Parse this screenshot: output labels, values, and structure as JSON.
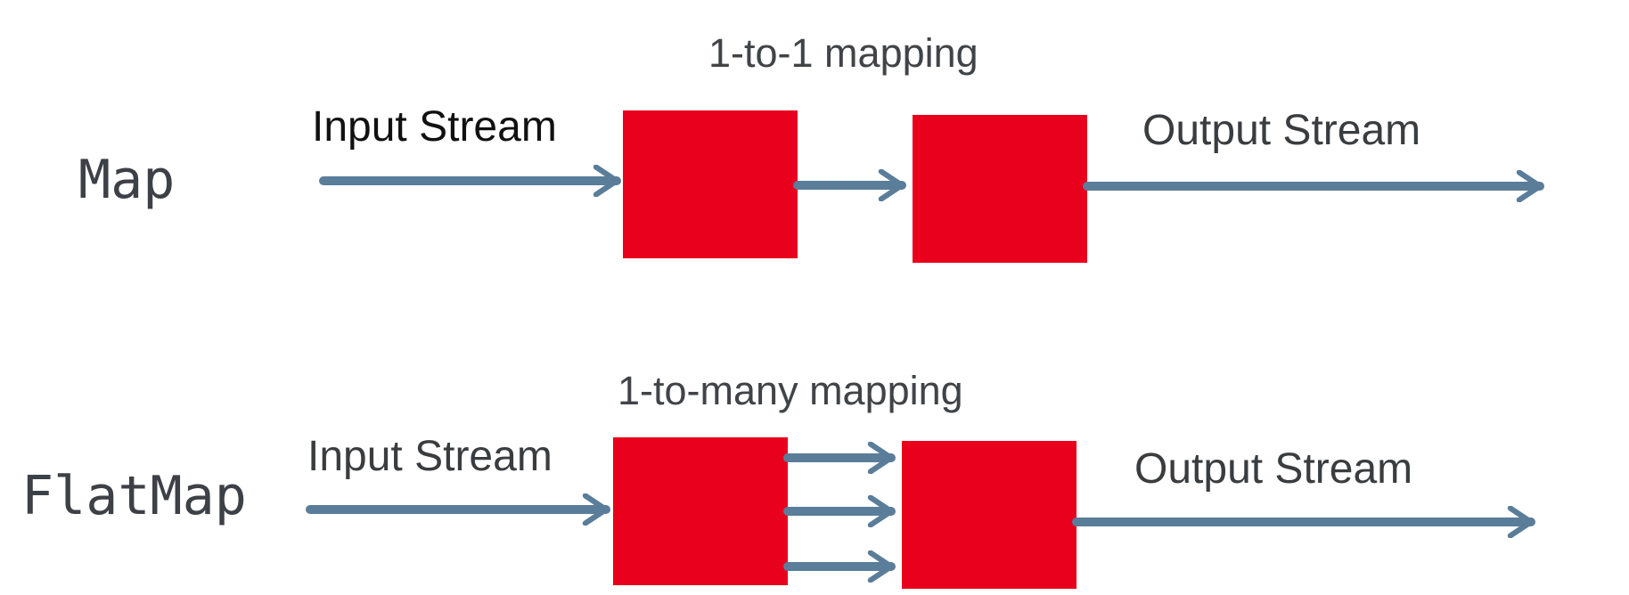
{
  "diagram": {
    "map": {
      "title": "Map",
      "caption": "1-to-1 mapping",
      "input_label": "Input Stream",
      "output_label": "Output Stream",
      "connector_count": 1
    },
    "flatmap": {
      "title": "FlatMap",
      "caption": "1-to-many mapping",
      "input_label": "Input Stream",
      "output_label": "Output Stream",
      "connector_count": 3
    },
    "colors": {
      "box": "#e8001c",
      "arrow": "#5a7d9a",
      "text_mono": "#3d4147",
      "text_caption": "#404448"
    }
  }
}
